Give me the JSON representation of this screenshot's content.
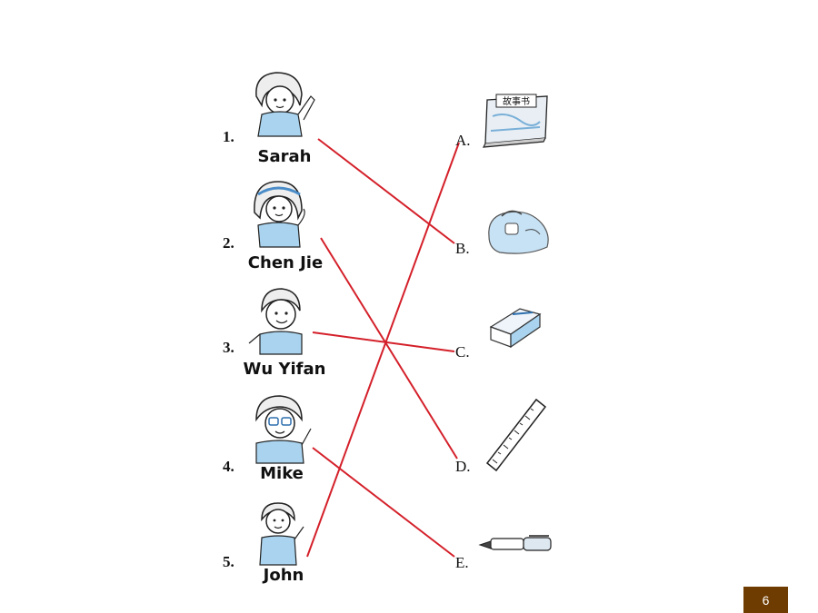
{
  "people": [
    {
      "number": "1.",
      "name": "Sarah"
    },
    {
      "number": "2.",
      "name": "Chen Jie"
    },
    {
      "number": "3.",
      "name": "Wu Yifan"
    },
    {
      "number": "4.",
      "name": "Mike"
    },
    {
      "number": "5.",
      "name": "John"
    }
  ],
  "items": [
    {
      "letter": "A.",
      "object": "story-book",
      "cover_text": "故事书"
    },
    {
      "letter": "B.",
      "object": "pencil-case"
    },
    {
      "letter": "C.",
      "object": "eraser"
    },
    {
      "letter": "D.",
      "object": "ruler"
    },
    {
      "letter": "E.",
      "object": "pen"
    }
  ],
  "matches": [
    {
      "person": "1.",
      "item": "B."
    },
    {
      "person": "2.",
      "item": "D."
    },
    {
      "person": "3.",
      "item": "C."
    },
    {
      "person": "4.",
      "item": "E."
    },
    {
      "person": "5.",
      "item": "A."
    }
  ],
  "colors": {
    "line": "#d4202a",
    "figure_blue": "#a9d3ee",
    "badge": "#6e3b00"
  },
  "page_number": "6"
}
